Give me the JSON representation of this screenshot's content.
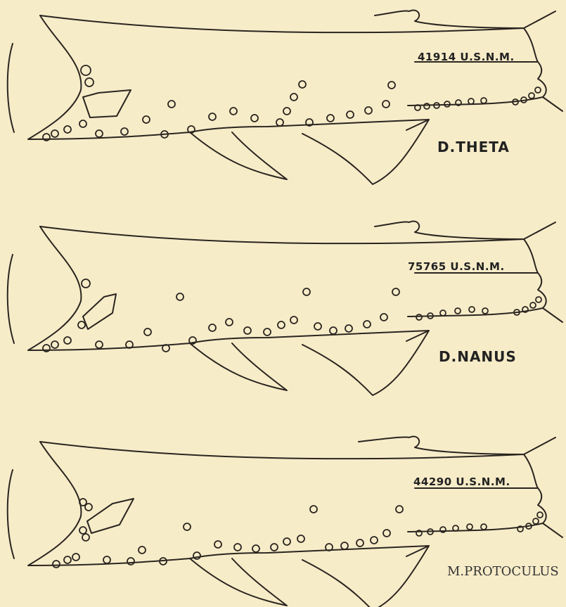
{
  "figures": [
    {
      "catalog": "41914 U.S.N.M.",
      "species": "D.THETA"
    },
    {
      "catalog": "75765 U.S.N.M.",
      "species": "D.NANUS"
    },
    {
      "catalog": "44290 U.S.N.M.",
      "species": "M.PROTOCULUS"
    }
  ],
  "colors": {
    "paper": "#f7ecc8",
    "ink": "#2a2520"
  }
}
